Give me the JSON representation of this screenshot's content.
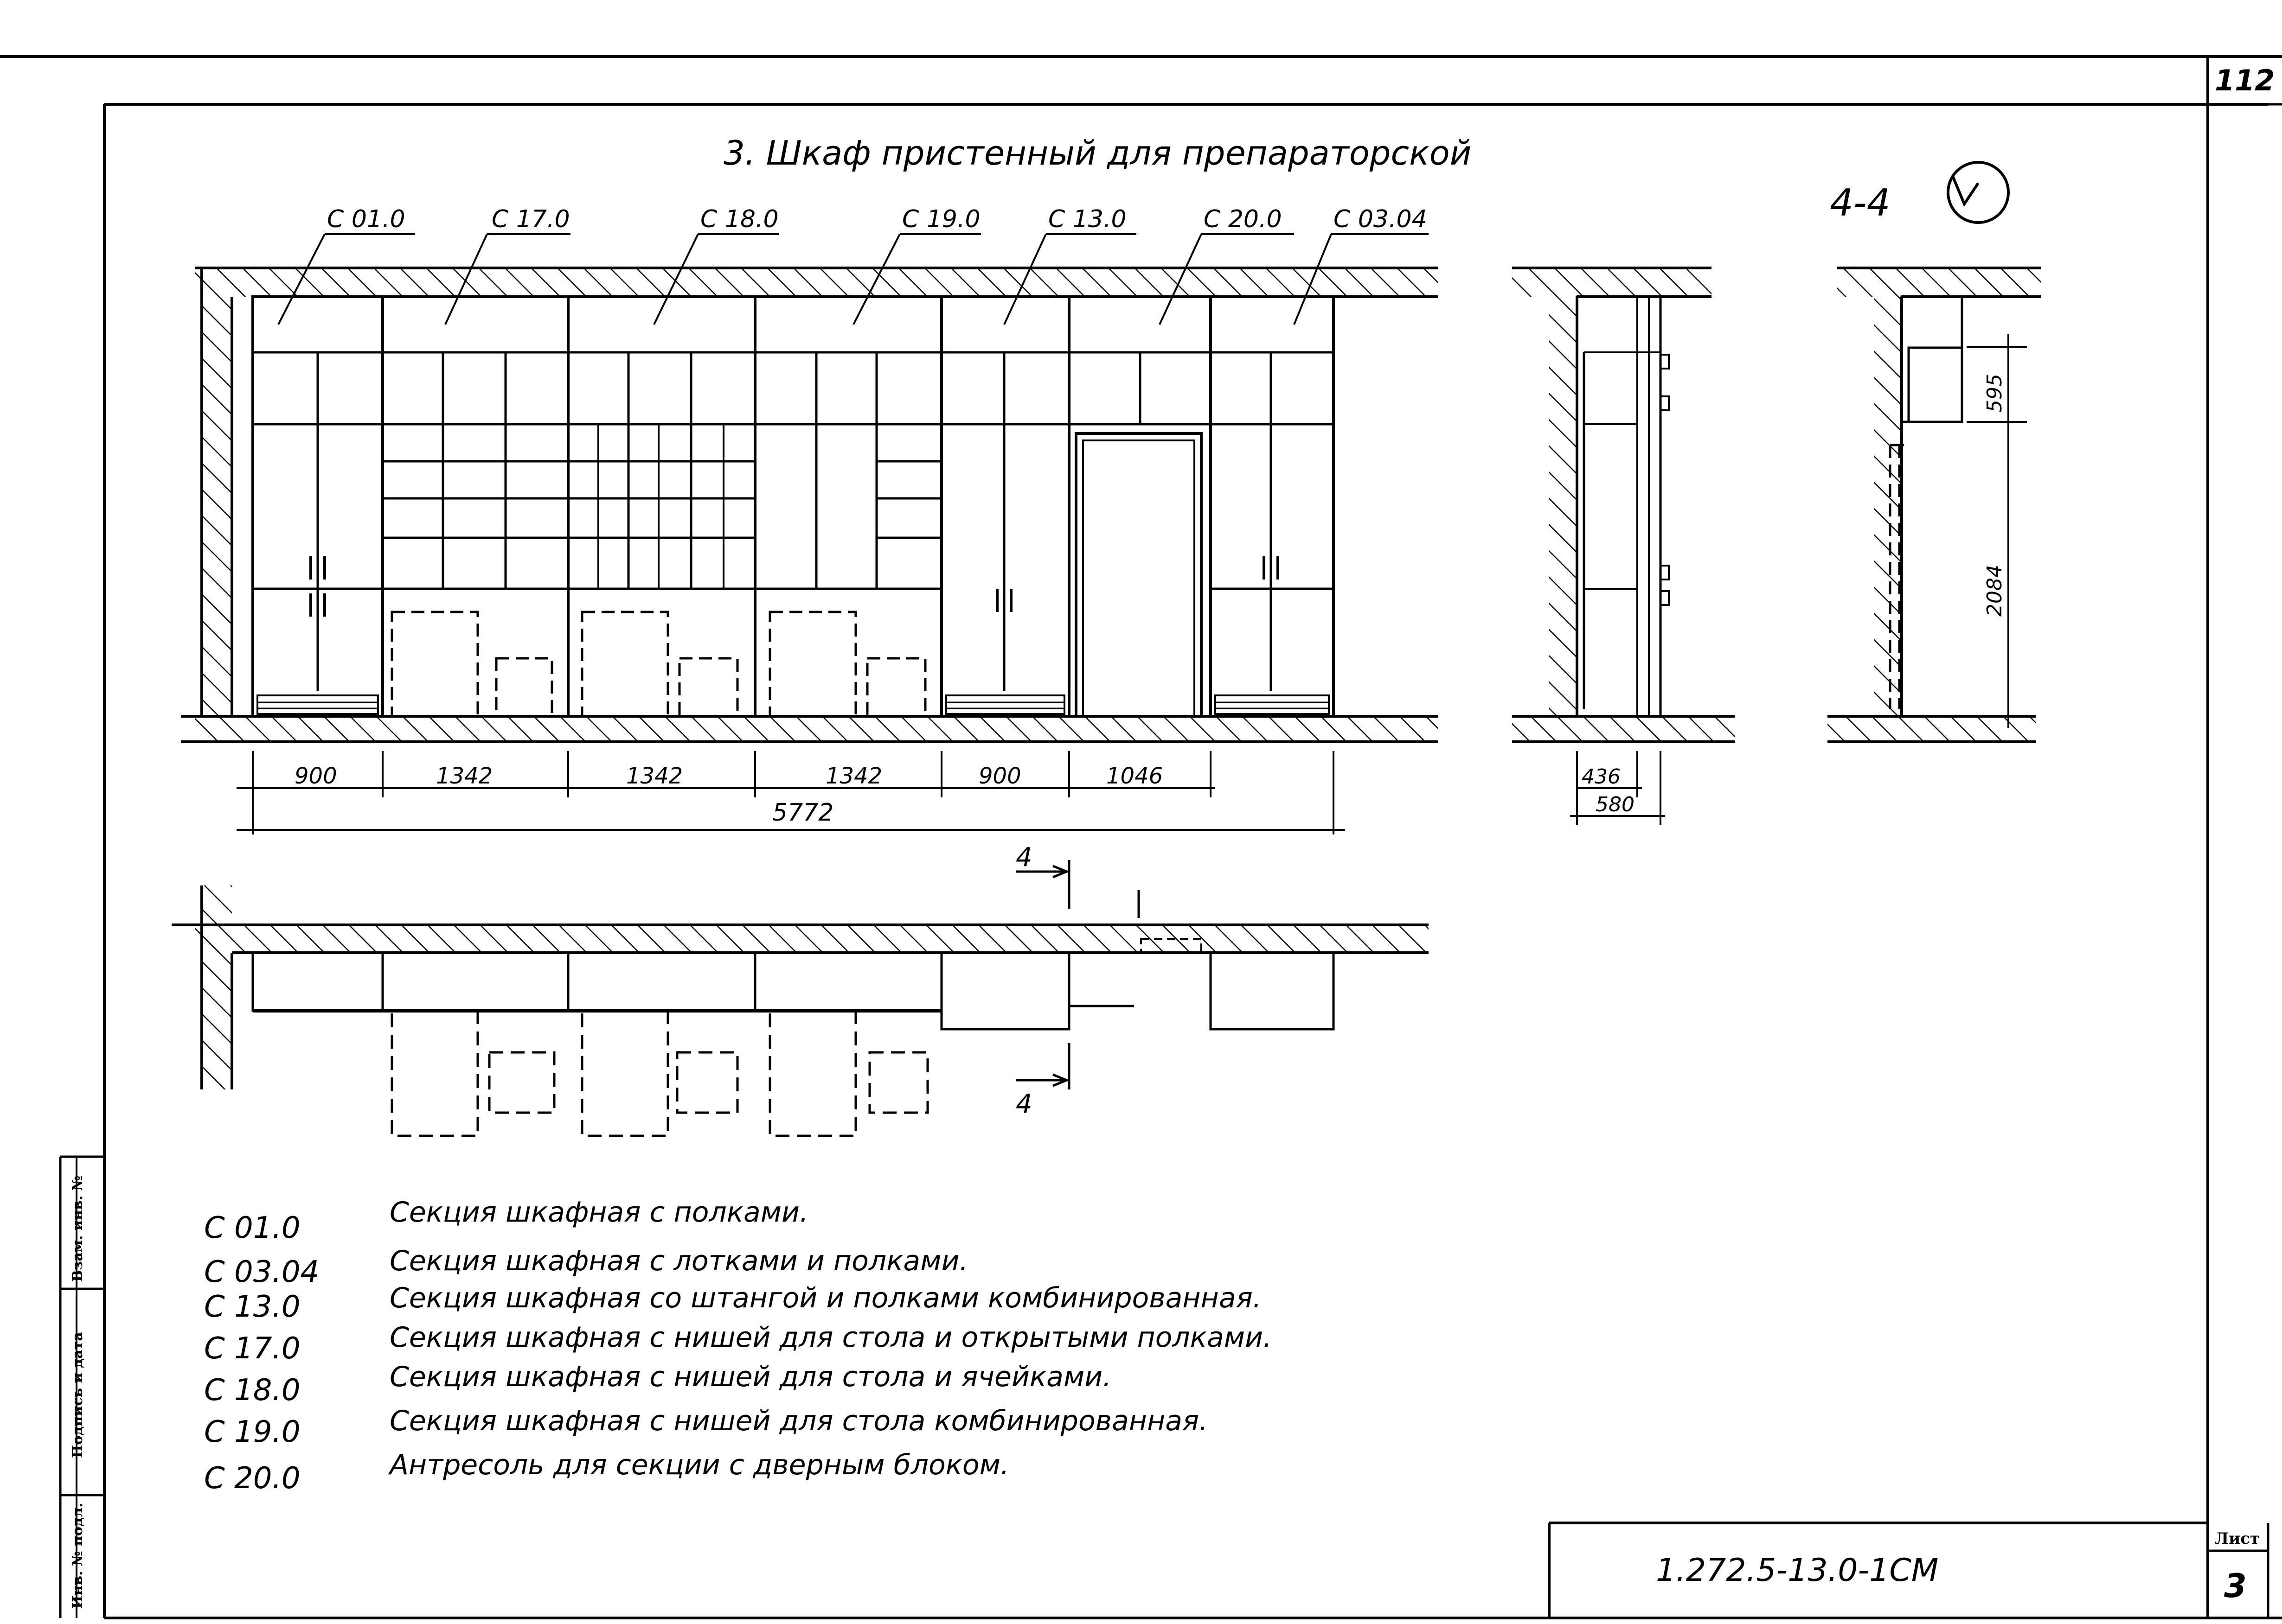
{
  "page_number": "112",
  "title": "3. Шкаф пристенный для препараторской",
  "section_label": "4-4",
  "section_mark": "4",
  "sections": [
    "C 01.0",
    "C 17.0",
    "C 18.0",
    "C 19.0",
    "C 13.0",
    "C 20.0",
    "C 03.04"
  ],
  "dimensions": {
    "bottom": [
      "900",
      "1342",
      "1342",
      "1342",
      "900",
      "1046"
    ],
    "total": "5772",
    "side": [
      "436",
      "580"
    ],
    "height": [
      "595",
      "2084"
    ]
  },
  "legend": [
    {
      "code": "C 01.0",
      "text": "Секция шкафная с полками."
    },
    {
      "code": "C 03.04",
      "text": "Секция шкафная с лотками и полками."
    },
    {
      "code": "C 13.0",
      "text": "Секция шкафная со штангой и полками комбинированная."
    },
    {
      "code": "C 17.0",
      "text": "Секция шкафная с нишей для стола и открытыми полками."
    },
    {
      "code": "C 18.0",
      "text": "Секция шкафная с нишей для стола и ячейками."
    },
    {
      "code": "C 19.0",
      "text": "Секция шкафная с нишей для стола комбинированная."
    },
    {
      "code": "C 20.0",
      "text": "Антресоль для секции с дверным блоком."
    }
  ],
  "stamp": {
    "labels": [
      "Взам. инв. №",
      "Подпись и дата",
      "Инв. № подл."
    ],
    "code": "1.272.5-13.0-1СМ",
    "sheet_label": "Лист",
    "sheet_number": "3"
  }
}
